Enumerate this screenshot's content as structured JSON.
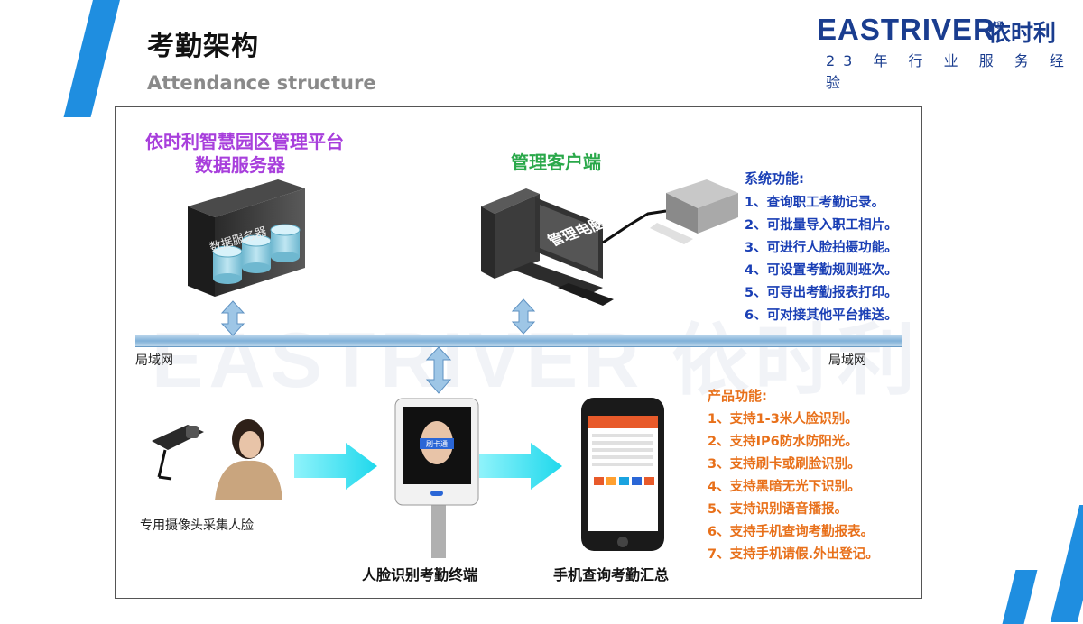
{
  "header": {
    "title": "考勤架构",
    "subtitle": "Attendance structure"
  },
  "logo": {
    "brand": "EASTRIVER",
    "reg_mark": "®",
    "chinese_name": "依时利",
    "tagline": "23 年 行 业 服 务 经 验"
  },
  "diagram": {
    "platform_title": "依时利智慧园区管理平台",
    "server_title": "数据服务器",
    "server_label": "数据服务器",
    "client_title": "管理客户端",
    "client_screen_label": "管理电脑",
    "lan_left": "局域网",
    "lan_right": "局域网",
    "camera_caption": "专用摄像头采集人脸",
    "terminal_caption": "人脸识别考勤终端",
    "terminal_badge": "刷卡通",
    "phone_caption": "手机查询考勤汇总",
    "system_functions": {
      "heading": "系统功能:",
      "items": [
        "1、查询职工考勤记录。",
        "2、可批量导入职工相片。",
        "3、可进行人脸拍摄功能。",
        "4、可设置考勤规则班次。",
        "5、可导出考勤报表打印。",
        "6、可对接其他平台推送。"
      ]
    },
    "product_functions": {
      "heading": "产品功能:",
      "items": [
        "1、支持1-3米人脸识别。",
        "2、支持IP6防水防阳光。",
        "3、支持刷卡或刷脸识别。",
        "4、支持黑暗无光下识别。",
        "5、支持识别语音播报。",
        "6、支持手机查询考勤报表。",
        "7、支持手机请假.外出登记。"
      ]
    },
    "colors": {
      "platform": "#a83fdc",
      "client": "#2aa84a",
      "system": "#1a3fb5",
      "product": "#e8701a",
      "arrow": "#33e0f0",
      "lan": "#7fb0d8"
    }
  }
}
